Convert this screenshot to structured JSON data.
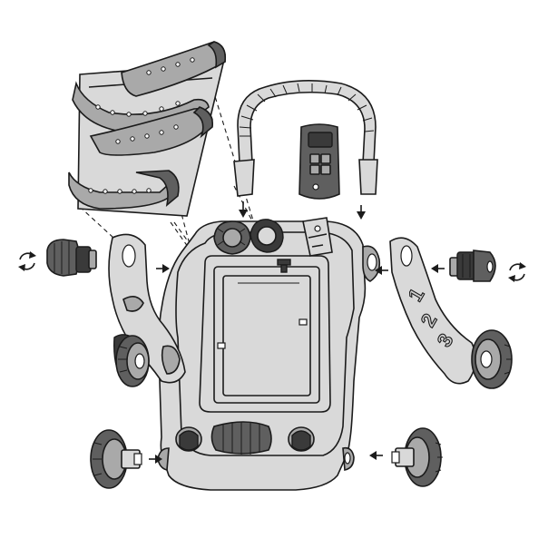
{
  "diagram": {
    "step_labels": [
      "1",
      "2",
      "3"
    ],
    "colors": {
      "outline": "#1b1b1b",
      "light_part": "#d9d9d9",
      "medium_part": "#a9a9a9",
      "dark_part": "#5f5f5f"
    },
    "icons": [
      "rotate-clockwise-icon",
      "rotate-counterclockwise-icon",
      "assembly-arrow-icon"
    ]
  }
}
